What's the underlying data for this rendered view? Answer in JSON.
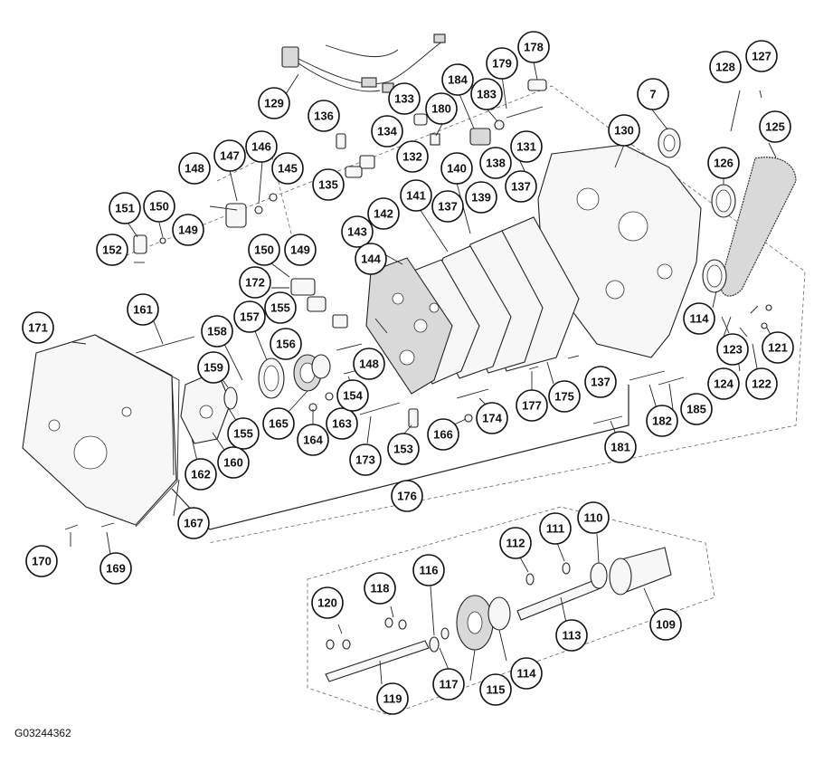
{
  "figure_id": "G03244362",
  "callouts": [
    "129",
    "178",
    "179",
    "184",
    "183",
    "180",
    "133",
    "136",
    "134",
    "132",
    "135",
    "7",
    "128",
    "127",
    "125",
    "130",
    "126",
    "131",
    "140",
    "138",
    "137",
    "137",
    "139",
    "141",
    "142",
    "143",
    "144",
    "146",
    "147",
    "148",
    "145",
    "151",
    "150",
    "149",
    "152",
    "150",
    "149",
    "172",
    "155",
    "161",
    "171",
    "158",
    "157",
    "156",
    "159",
    "155",
    "160",
    "162",
    "165",
    "164",
    "163",
    "154",
    "148",
    "173",
    "153",
    "166",
    "174",
    "177",
    "175",
    "137",
    "176",
    "114",
    "123",
    "124",
    "122",
    "121",
    "182",
    "185",
    "181",
    "167",
    "170",
    "169",
    "112",
    "111",
    "110",
    "109",
    "113",
    "114",
    "115",
    "117",
    "119",
    "116",
    "118",
    "120"
  ],
  "colors": {
    "line": "#222222",
    "paper": "#ffffff"
  }
}
